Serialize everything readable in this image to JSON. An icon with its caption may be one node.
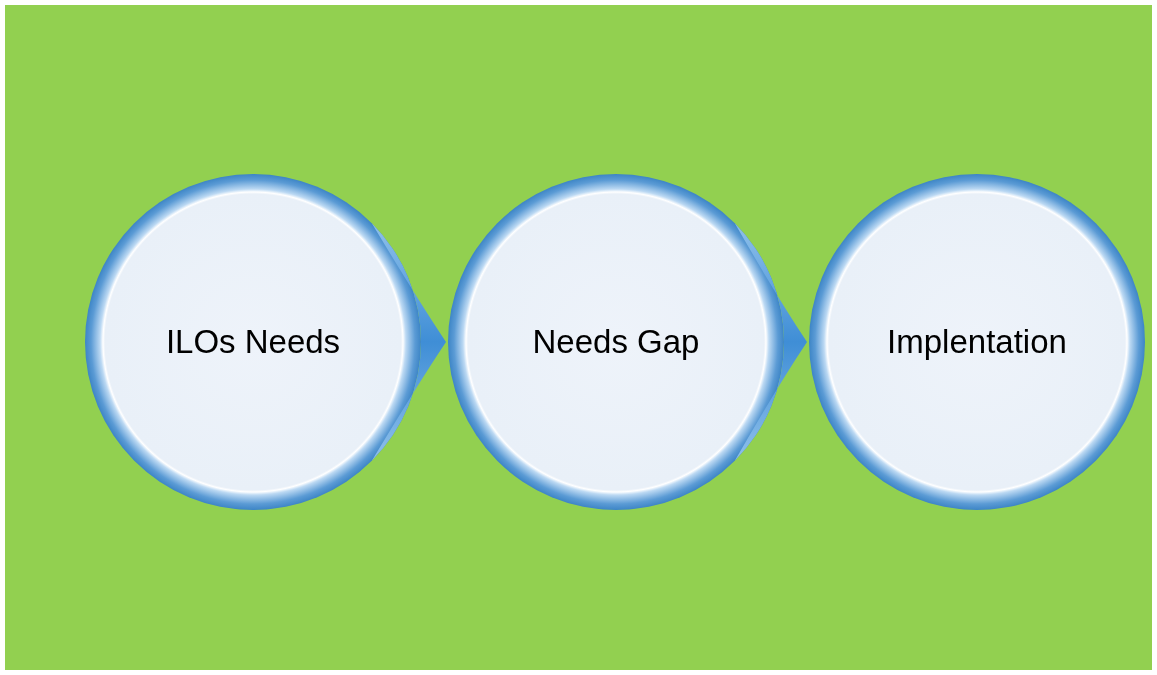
{
  "diagram": {
    "nodes": [
      {
        "text": [
          "ILOs Needs"
        ]
      },
      {
        "text": [
          "Needs Gap"
        ]
      },
      {
        "text": [
          "Implentation"
        ]
      }
    ],
    "edges": [
      {
        "from": 0,
        "to": 1,
        "arrow": "to"
      },
      {
        "from": 1,
        "to": 2,
        "arrow": "to"
      }
    ]
  }
}
